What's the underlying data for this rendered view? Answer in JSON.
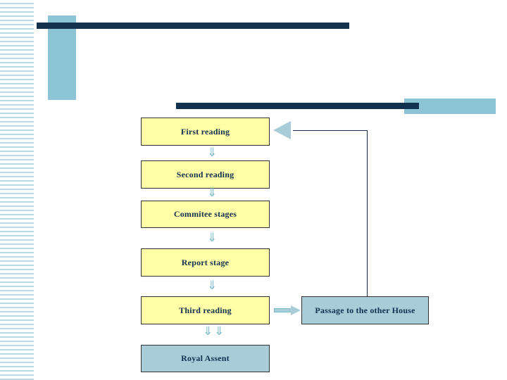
{
  "slide": {
    "title": "",
    "colors": {
      "dark_navy": "#12314f",
      "light_blue": "#8cc4d6",
      "box_yellow": "#ffffa8",
      "box_blue": "#a8ccd8",
      "stripe_blue": "#bcd9e6"
    }
  },
  "flow": {
    "boxes": [
      {
        "id": "first-reading",
        "label": "First reading"
      },
      {
        "id": "second-reading",
        "label": "Second reading"
      },
      {
        "id": "committee-stages",
        "label": "Commitee stages"
      },
      {
        "id": "report-stage",
        "label": "Report stage"
      },
      {
        "id": "third-reading",
        "label": "Third reading"
      },
      {
        "id": "royal-assent",
        "label": "Royal Assent"
      },
      {
        "id": "passage-other-house",
        "label": "Passage to the other House"
      }
    ],
    "arrows": {
      "down": "⇓",
      "right": "right-arrow",
      "feedback": "left-triangle"
    }
  }
}
